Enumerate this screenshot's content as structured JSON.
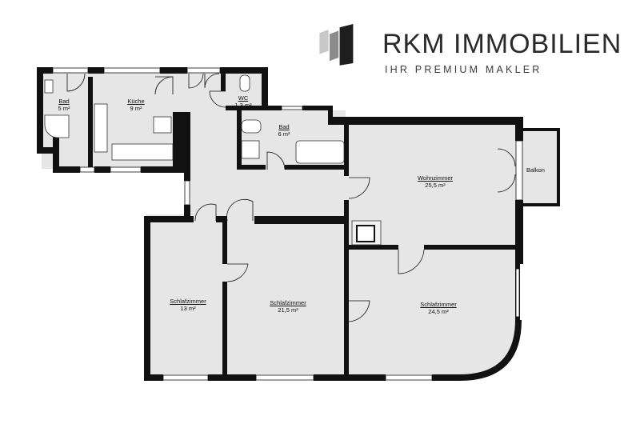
{
  "brand": {
    "name": "RKM IMMOBILIEN",
    "tagline": "IHR PREMIUM MAKLER"
  },
  "rooms": [
    {
      "name": "Bad",
      "area": "5 m²"
    },
    {
      "name": "Küche",
      "area": "9 m²"
    },
    {
      "name": "WC",
      "area": "1,3 m²"
    },
    {
      "name": "Bad",
      "area": "6 m²"
    },
    {
      "name": "Wohnzimmer",
      "area": "25,5 m²"
    },
    {
      "name": "Schlafzimmer",
      "area": "13 m²"
    },
    {
      "name": "Schlafzimmer",
      "area": "21,5 m²"
    },
    {
      "name": "Schlafzimmer",
      "area": "24,5 m²"
    }
  ],
  "balcony": "Balkon",
  "colors": {
    "wall": "#111111",
    "floor": "#e6e6e6",
    "brand": "#2a2a2a"
  }
}
